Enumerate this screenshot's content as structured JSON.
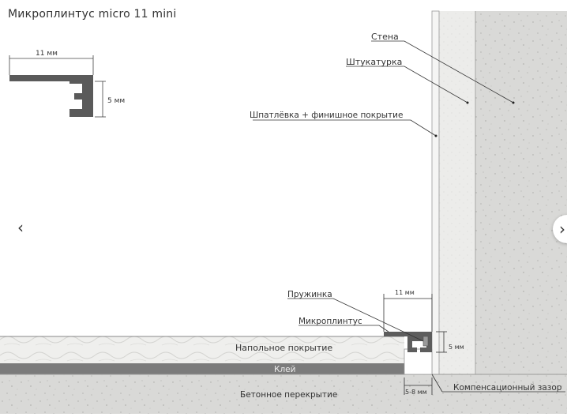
{
  "title": "Микроплинтус micro 11 mini",
  "profile_dims": {
    "width": "11 мм",
    "height": "5 мм"
  },
  "labels": {
    "wall": "Стена",
    "plaster": "Штукатурка",
    "putty": "Шпатлёвка + финишное покрытие",
    "spring": "Пружинка",
    "microplinth": "Микроплинтус",
    "floor_covering": "Напольное покрытие",
    "glue": "Клей",
    "concrete": "Бетонное перекрытие",
    "gap": "Компенсационный зазор"
  },
  "dims": {
    "width_11": "11 мм",
    "height_5": "5 мм",
    "gap_5_8": "5-8 мм"
  },
  "nav": {
    "prev": "‹",
    "next": "›"
  }
}
